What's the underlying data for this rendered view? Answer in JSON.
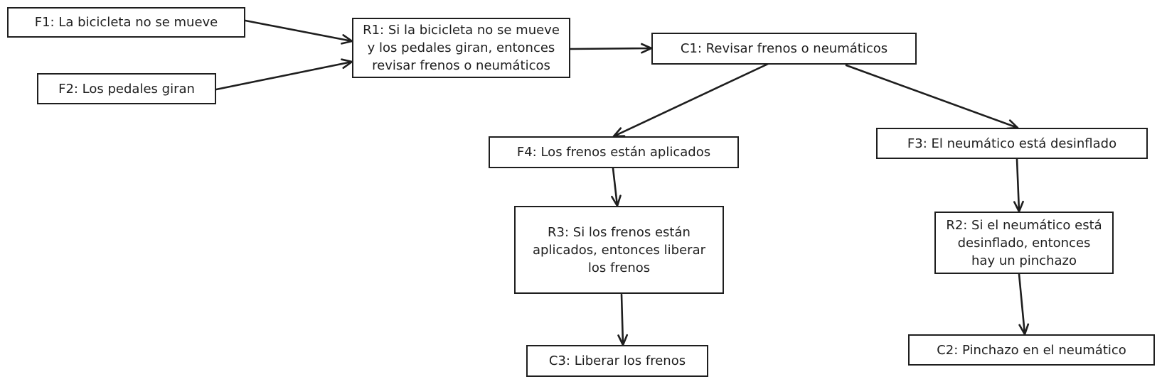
{
  "nodes": {
    "f1": {
      "text": "F1: La bicicleta no se mueve"
    },
    "f2": {
      "text": "F2: Los pedales giran"
    },
    "r1": {
      "lines": [
        "R1: Si la bicicleta no se mueve",
        "y los pedales giran, entonces",
        "revisar frenos o neumáticos"
      ]
    },
    "c1": {
      "text": "C1: Revisar frenos o neumáticos"
    },
    "f4": {
      "text": "F4: Los frenos están aplicados"
    },
    "f3": {
      "text": "F3: El neumático está desinflado"
    },
    "r3": {
      "lines": [
        "R3: Si los frenos están",
        "aplicados, entonces liberar",
        "los frenos"
      ]
    },
    "r2": {
      "lines": [
        "R2: Si el neumático está",
        "desinflado, entonces",
        "hay un pinchazo"
      ]
    },
    "c3": {
      "text": "C3: Liberar los frenos"
    },
    "c2": {
      "text": "C2: Pinchazo en el neumático"
    }
  },
  "colors": {
    "stroke": "#1e1e1e",
    "background": "#ffffff"
  }
}
